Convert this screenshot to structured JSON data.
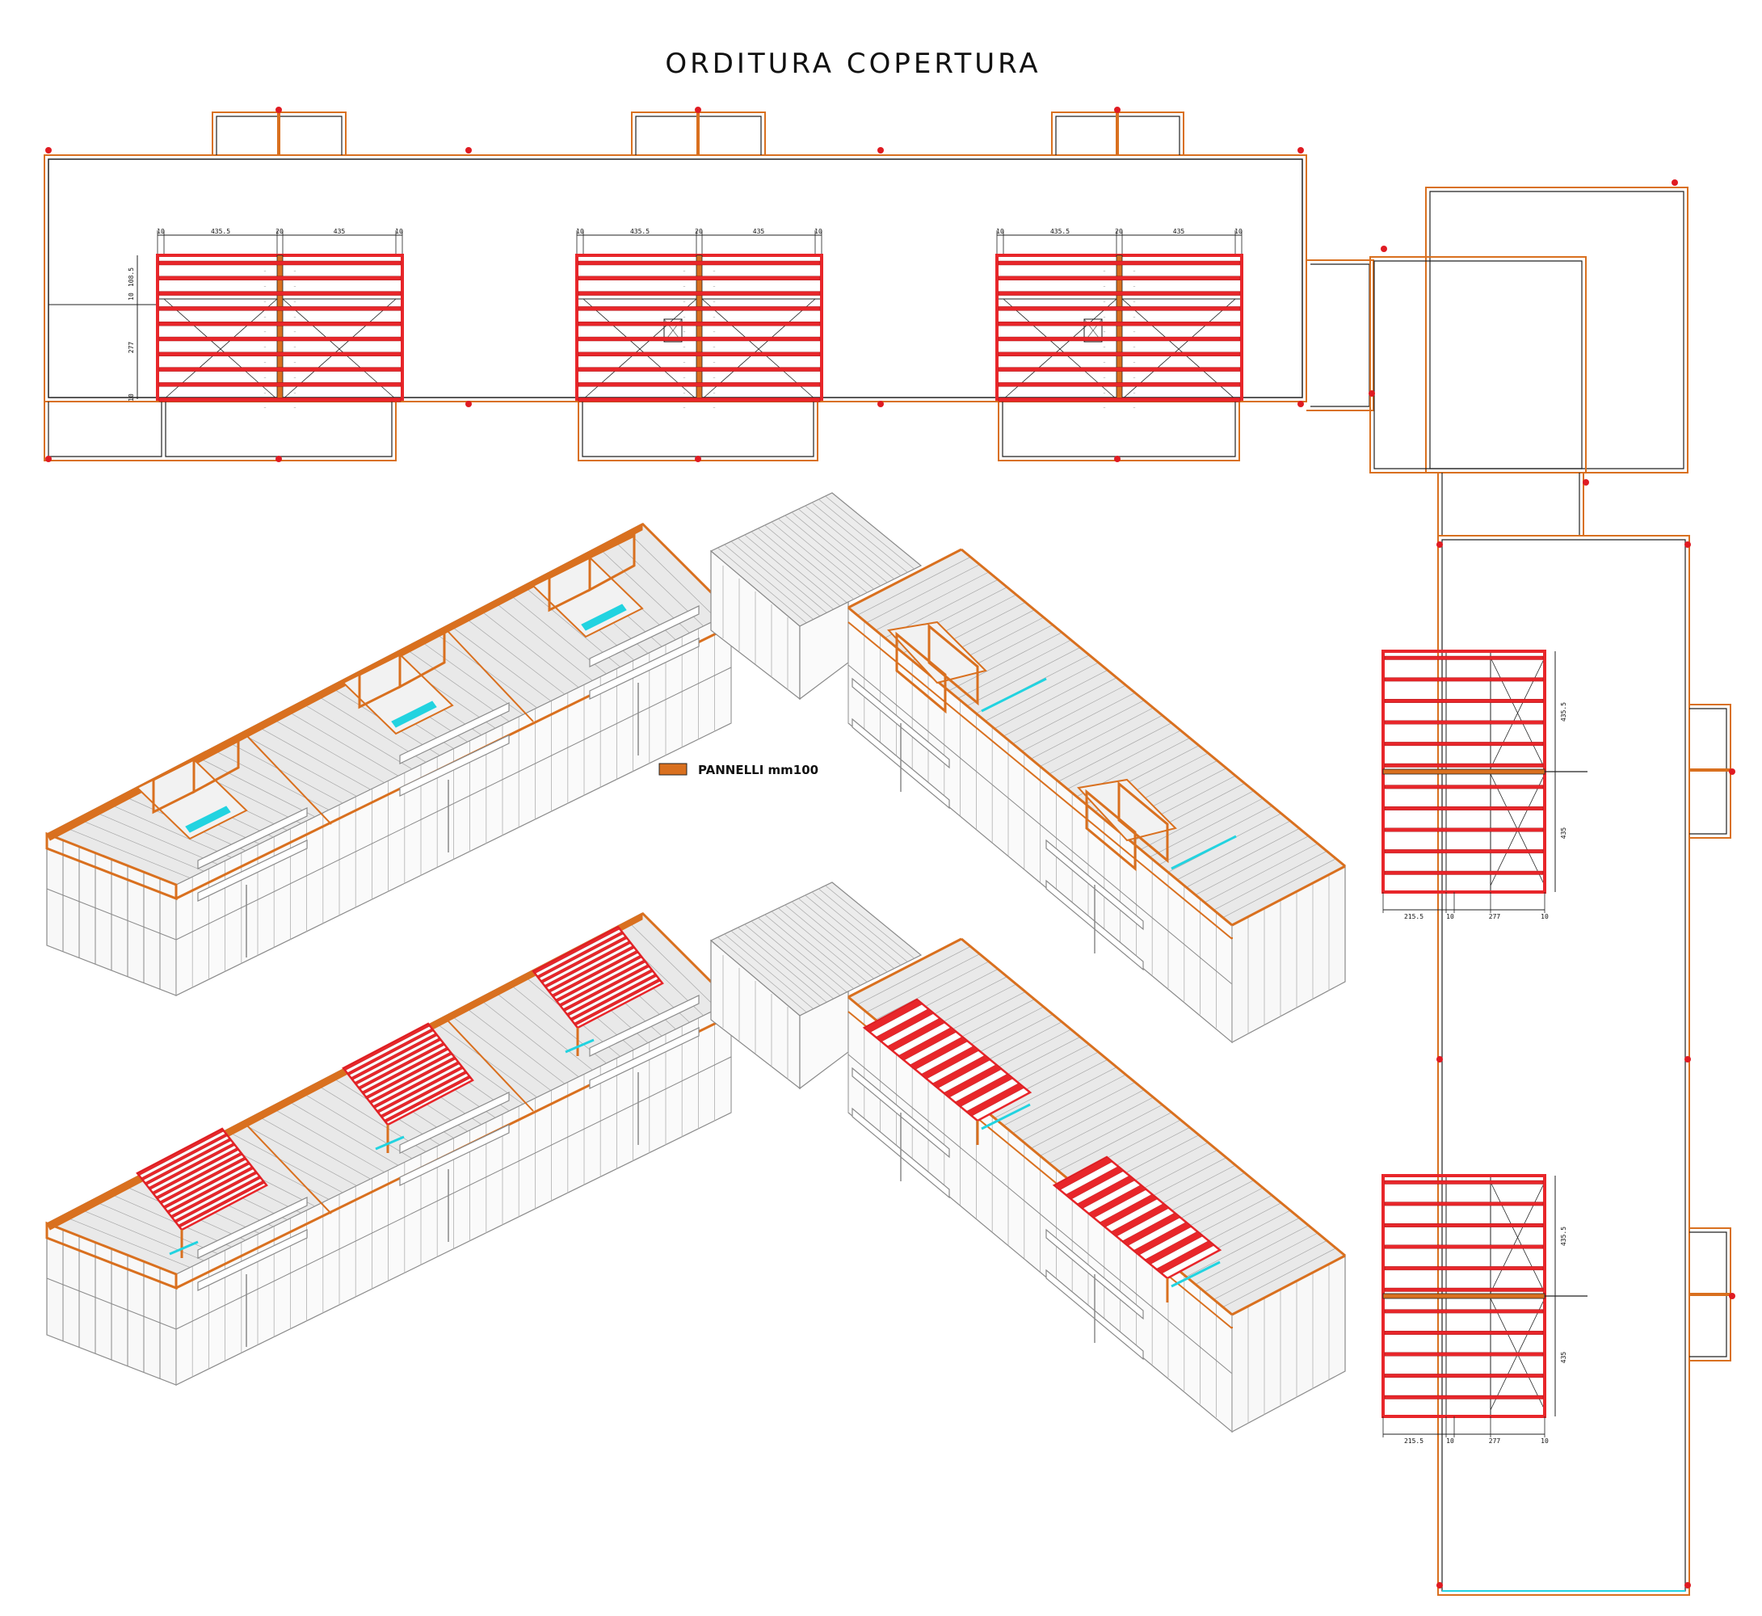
{
  "title": "ORDITURA COPERTURA",
  "legend": {
    "label": "PANNELLI mm100",
    "swatch_color": "#D9701F"
  },
  "colors": {
    "panel_orange": "#D9701F",
    "beam_red": "#E8262A",
    "marker_red": "#E01B22",
    "structure_gray": "#8A8A8A",
    "accent_cyan": "#22D3E0",
    "line_black": "#222222"
  },
  "plan_top": {
    "modules": [
      {
        "dims": [
          "10",
          "435.5",
          "20",
          "435",
          "10"
        ],
        "side_dims": [
          "108.5",
          "10",
          "277",
          "10"
        ]
      },
      {
        "dims": [
          "10",
          "435.5",
          "20",
          "435",
          "10"
        ]
      },
      {
        "dims": [
          "10",
          "435.5",
          "20",
          "435",
          "10"
        ]
      }
    ]
  },
  "plan_right": {
    "modules": [
      {
        "bottom_dims": [
          "215.5",
          "10",
          "277",
          "10"
        ],
        "side_dims": [
          "435.5",
          "435"
        ]
      },
      {
        "bottom_dims": [
          "215.5",
          "10",
          "277",
          "10"
        ],
        "side_dims": [
          "435.5",
          "435"
        ]
      }
    ]
  }
}
